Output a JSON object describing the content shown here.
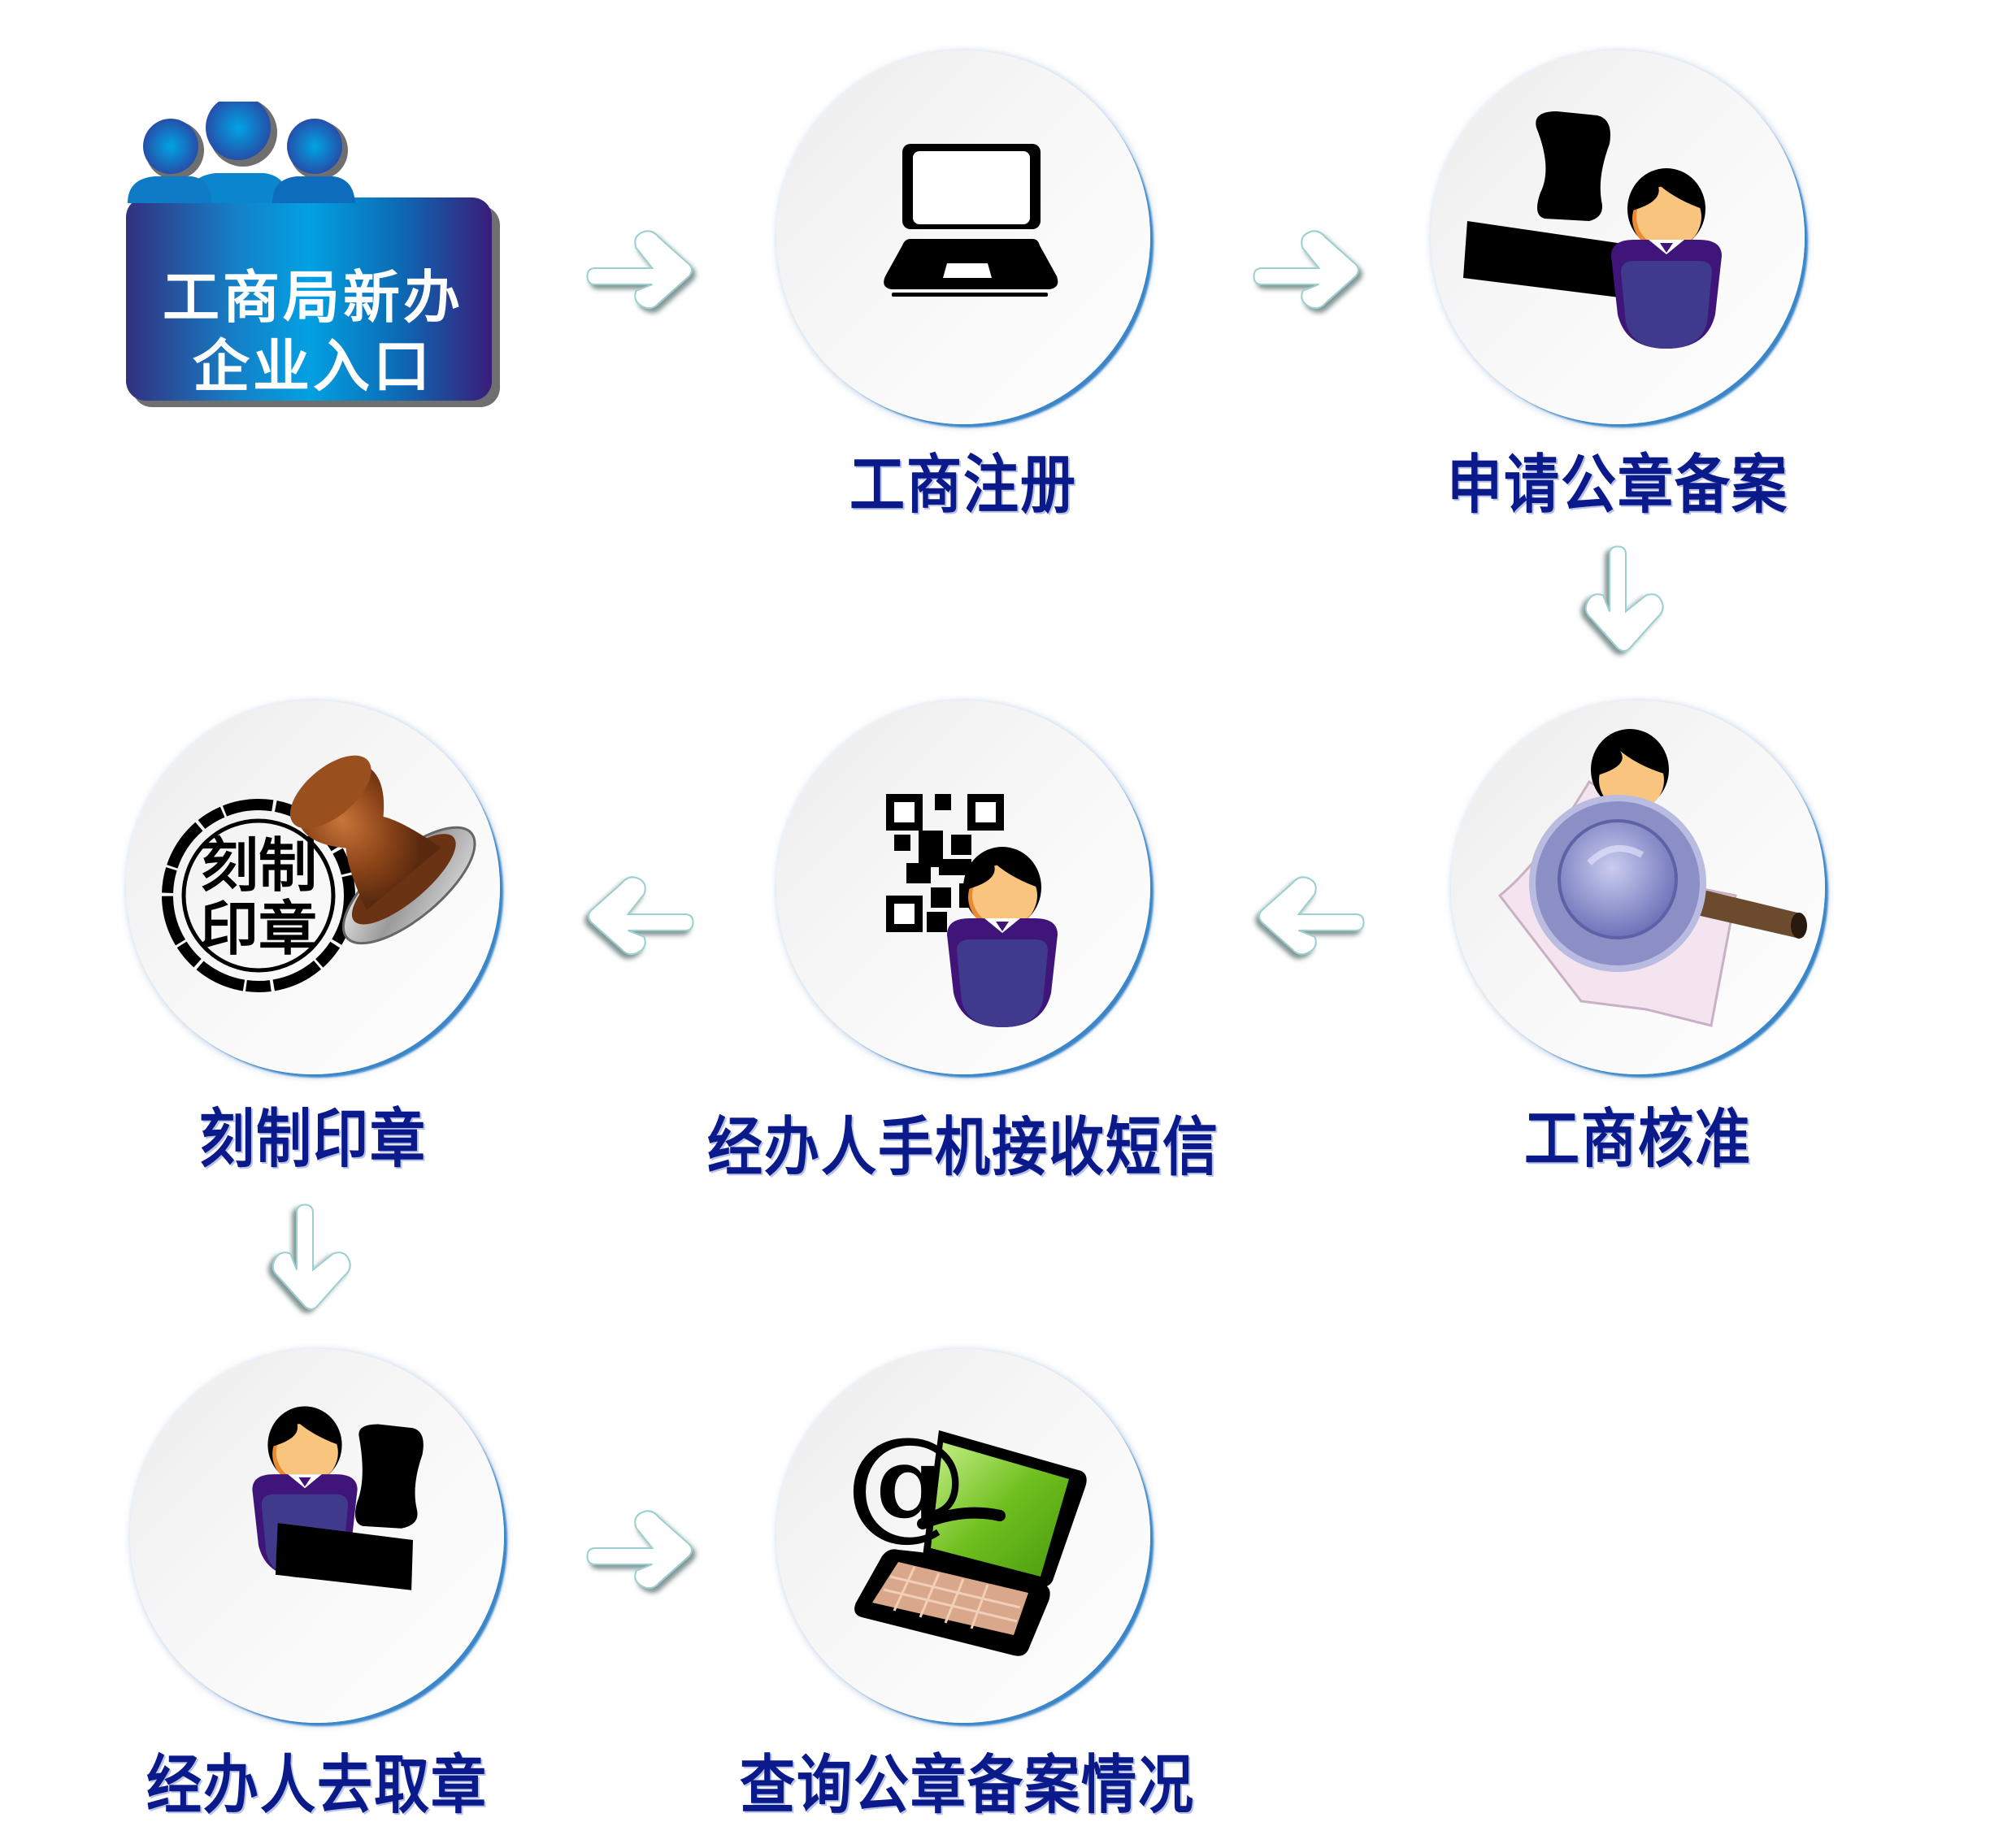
{
  "title": "工商局新办企业入口流程",
  "entry": {
    "line1": "工商局新办",
    "line2": "企业入口",
    "icon": "people-group-icon"
  },
  "colors": {
    "label": "#0b1a8a",
    "node_ring": "#3a86c8",
    "person_body": "#3f3a8c",
    "person_face": "#f8c47e"
  },
  "steps": [
    {
      "id": "step-1",
      "label": "工商注册",
      "icon": "laptop-icon"
    },
    {
      "id": "step-2",
      "label": "申请公章备案",
      "icon": "person-stamp-icon"
    },
    {
      "id": "step-3",
      "label": "工商核准",
      "icon": "magnifier-document-icon"
    },
    {
      "id": "step-4",
      "label": "经办人手机接收短信",
      "icon": "qr-code-person-icon"
    },
    {
      "id": "step-5",
      "label": "刻制印章",
      "icon": "rubber-stamp-icon",
      "stamp_text": [
        "刻制",
        "印章"
      ]
    },
    {
      "id": "step-6",
      "label": "经办人去取章",
      "icon": "person-stamp-icon"
    },
    {
      "id": "step-7",
      "label": "查询公章备案情况",
      "icon": "email-laptop-icon",
      "at_symbol": "@"
    }
  ],
  "arrows": [
    {
      "from": "entry",
      "to": "step-1",
      "direction": "right"
    },
    {
      "from": "step-1",
      "to": "step-2",
      "direction": "right"
    },
    {
      "from": "step-2",
      "to": "step-3",
      "direction": "down"
    },
    {
      "from": "step-3",
      "to": "step-4",
      "direction": "left"
    },
    {
      "from": "step-4",
      "to": "step-5",
      "direction": "left"
    },
    {
      "from": "step-5",
      "to": "step-6",
      "direction": "down"
    },
    {
      "from": "step-6",
      "to": "step-7",
      "direction": "right"
    }
  ]
}
